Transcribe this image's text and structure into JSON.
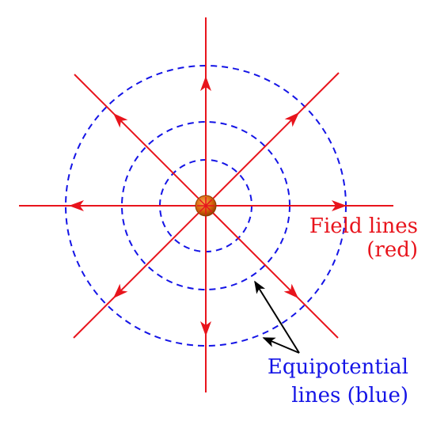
{
  "diagram": {
    "field_lines_label": {
      "line1": "Field lines",
      "line2": "(red)"
    },
    "equipotential_label": {
      "line1": "Equipotential",
      "line2": "lines (blue)"
    },
    "field_line_count": 8,
    "equipotential_count": 3,
    "colors": {
      "field_lines": "#e8141c",
      "equipotential_lines": "#1414e6",
      "charge": "#d4620a",
      "pointer_arrows": "#000000"
    }
  }
}
